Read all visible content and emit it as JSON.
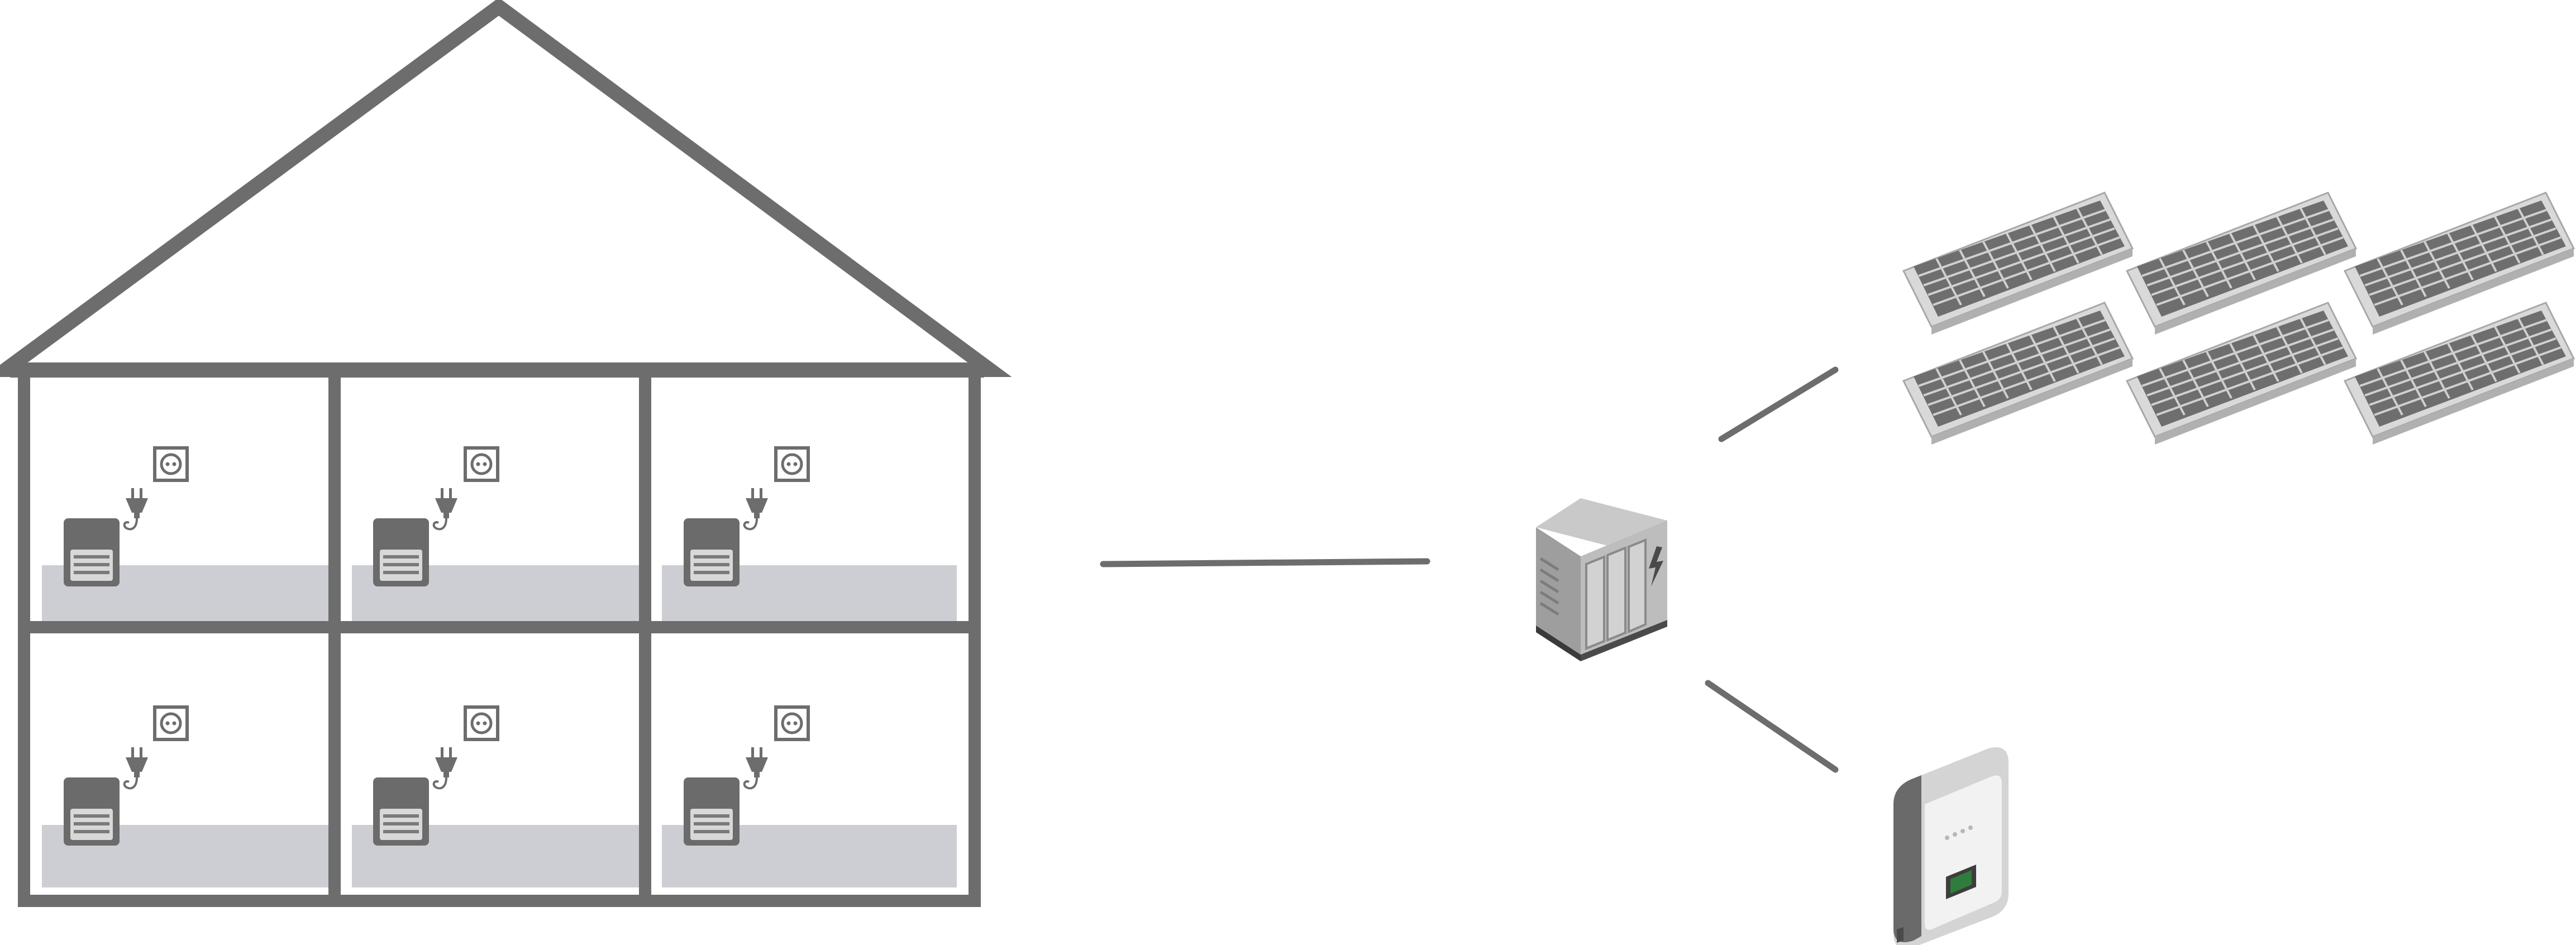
{
  "diagram": {
    "house": {
      "floors": 2,
      "rooms_per_floor": 3,
      "room_items": [
        "socket-icon",
        "plug-icon",
        "heater-icon"
      ]
    },
    "connectors": [
      {
        "from": "house",
        "to": "battery-storage"
      },
      {
        "from": "battery-storage",
        "to": "solar-panel-array"
      },
      {
        "from": "battery-storage",
        "to": "wallbox-inverter"
      }
    ],
    "solar_panels": {
      "rows": 2,
      "columns": 3
    },
    "colors": {
      "structure": "#6d6d6d",
      "floor_band": "#ccced3",
      "device_dark": "#6b6b6b",
      "device_light": "#bdbdbd",
      "panel_frame": "#c8c8c8",
      "panel_cells": "#707070",
      "display_green": "#2f7d3c"
    }
  }
}
